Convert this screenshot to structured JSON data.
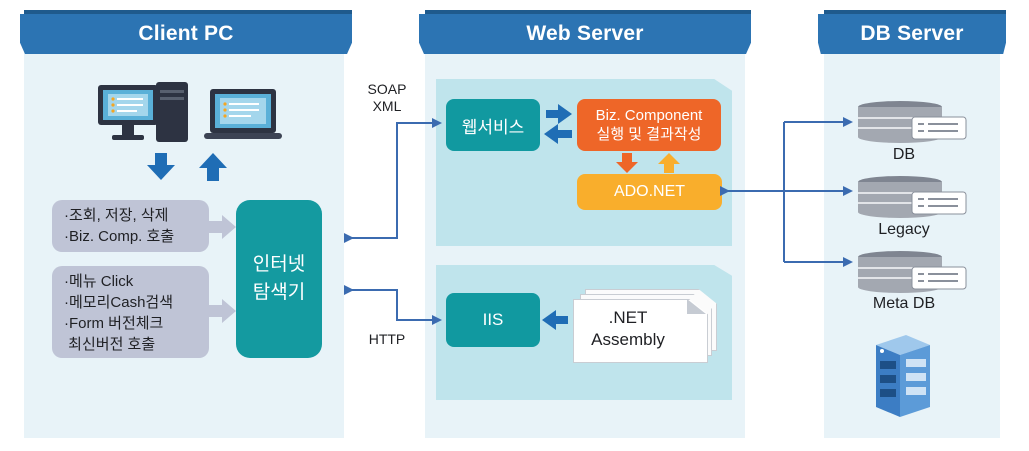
{
  "columns": {
    "client": {
      "title": "Client PC"
    },
    "web": {
      "title": "Web Server"
    },
    "db": {
      "title": "DB Server"
    }
  },
  "client": {
    "box1": [
      "·조회, 저장, 삭제",
      "·Biz. Comp. 호출"
    ],
    "box2": [
      "·메뉴 Click",
      "·메모리Cash검색",
      "·Form 버전체크",
      " 최신버전 호출"
    ],
    "browser": [
      "인터넷",
      "탐색기"
    ]
  },
  "protocols": {
    "soap": [
      "SOAP",
      "XML"
    ],
    "http": "HTTP"
  },
  "web": {
    "webservice": "웹서비스",
    "biz": [
      "Biz. Component",
      "실행 및 결과작성"
    ],
    "ado": "ADO.NET",
    "iis": "IIS",
    "assembly": [
      ".NET",
      "Assembly"
    ]
  },
  "db": {
    "items": [
      "DB",
      "Legacy",
      "Meta DB"
    ]
  },
  "colors": {
    "banner": "#2c74b3",
    "teal": "#1199a0",
    "orange": "#ee6628",
    "yellow": "#f9ae2c",
    "arrow": "#3b6bb0"
  }
}
